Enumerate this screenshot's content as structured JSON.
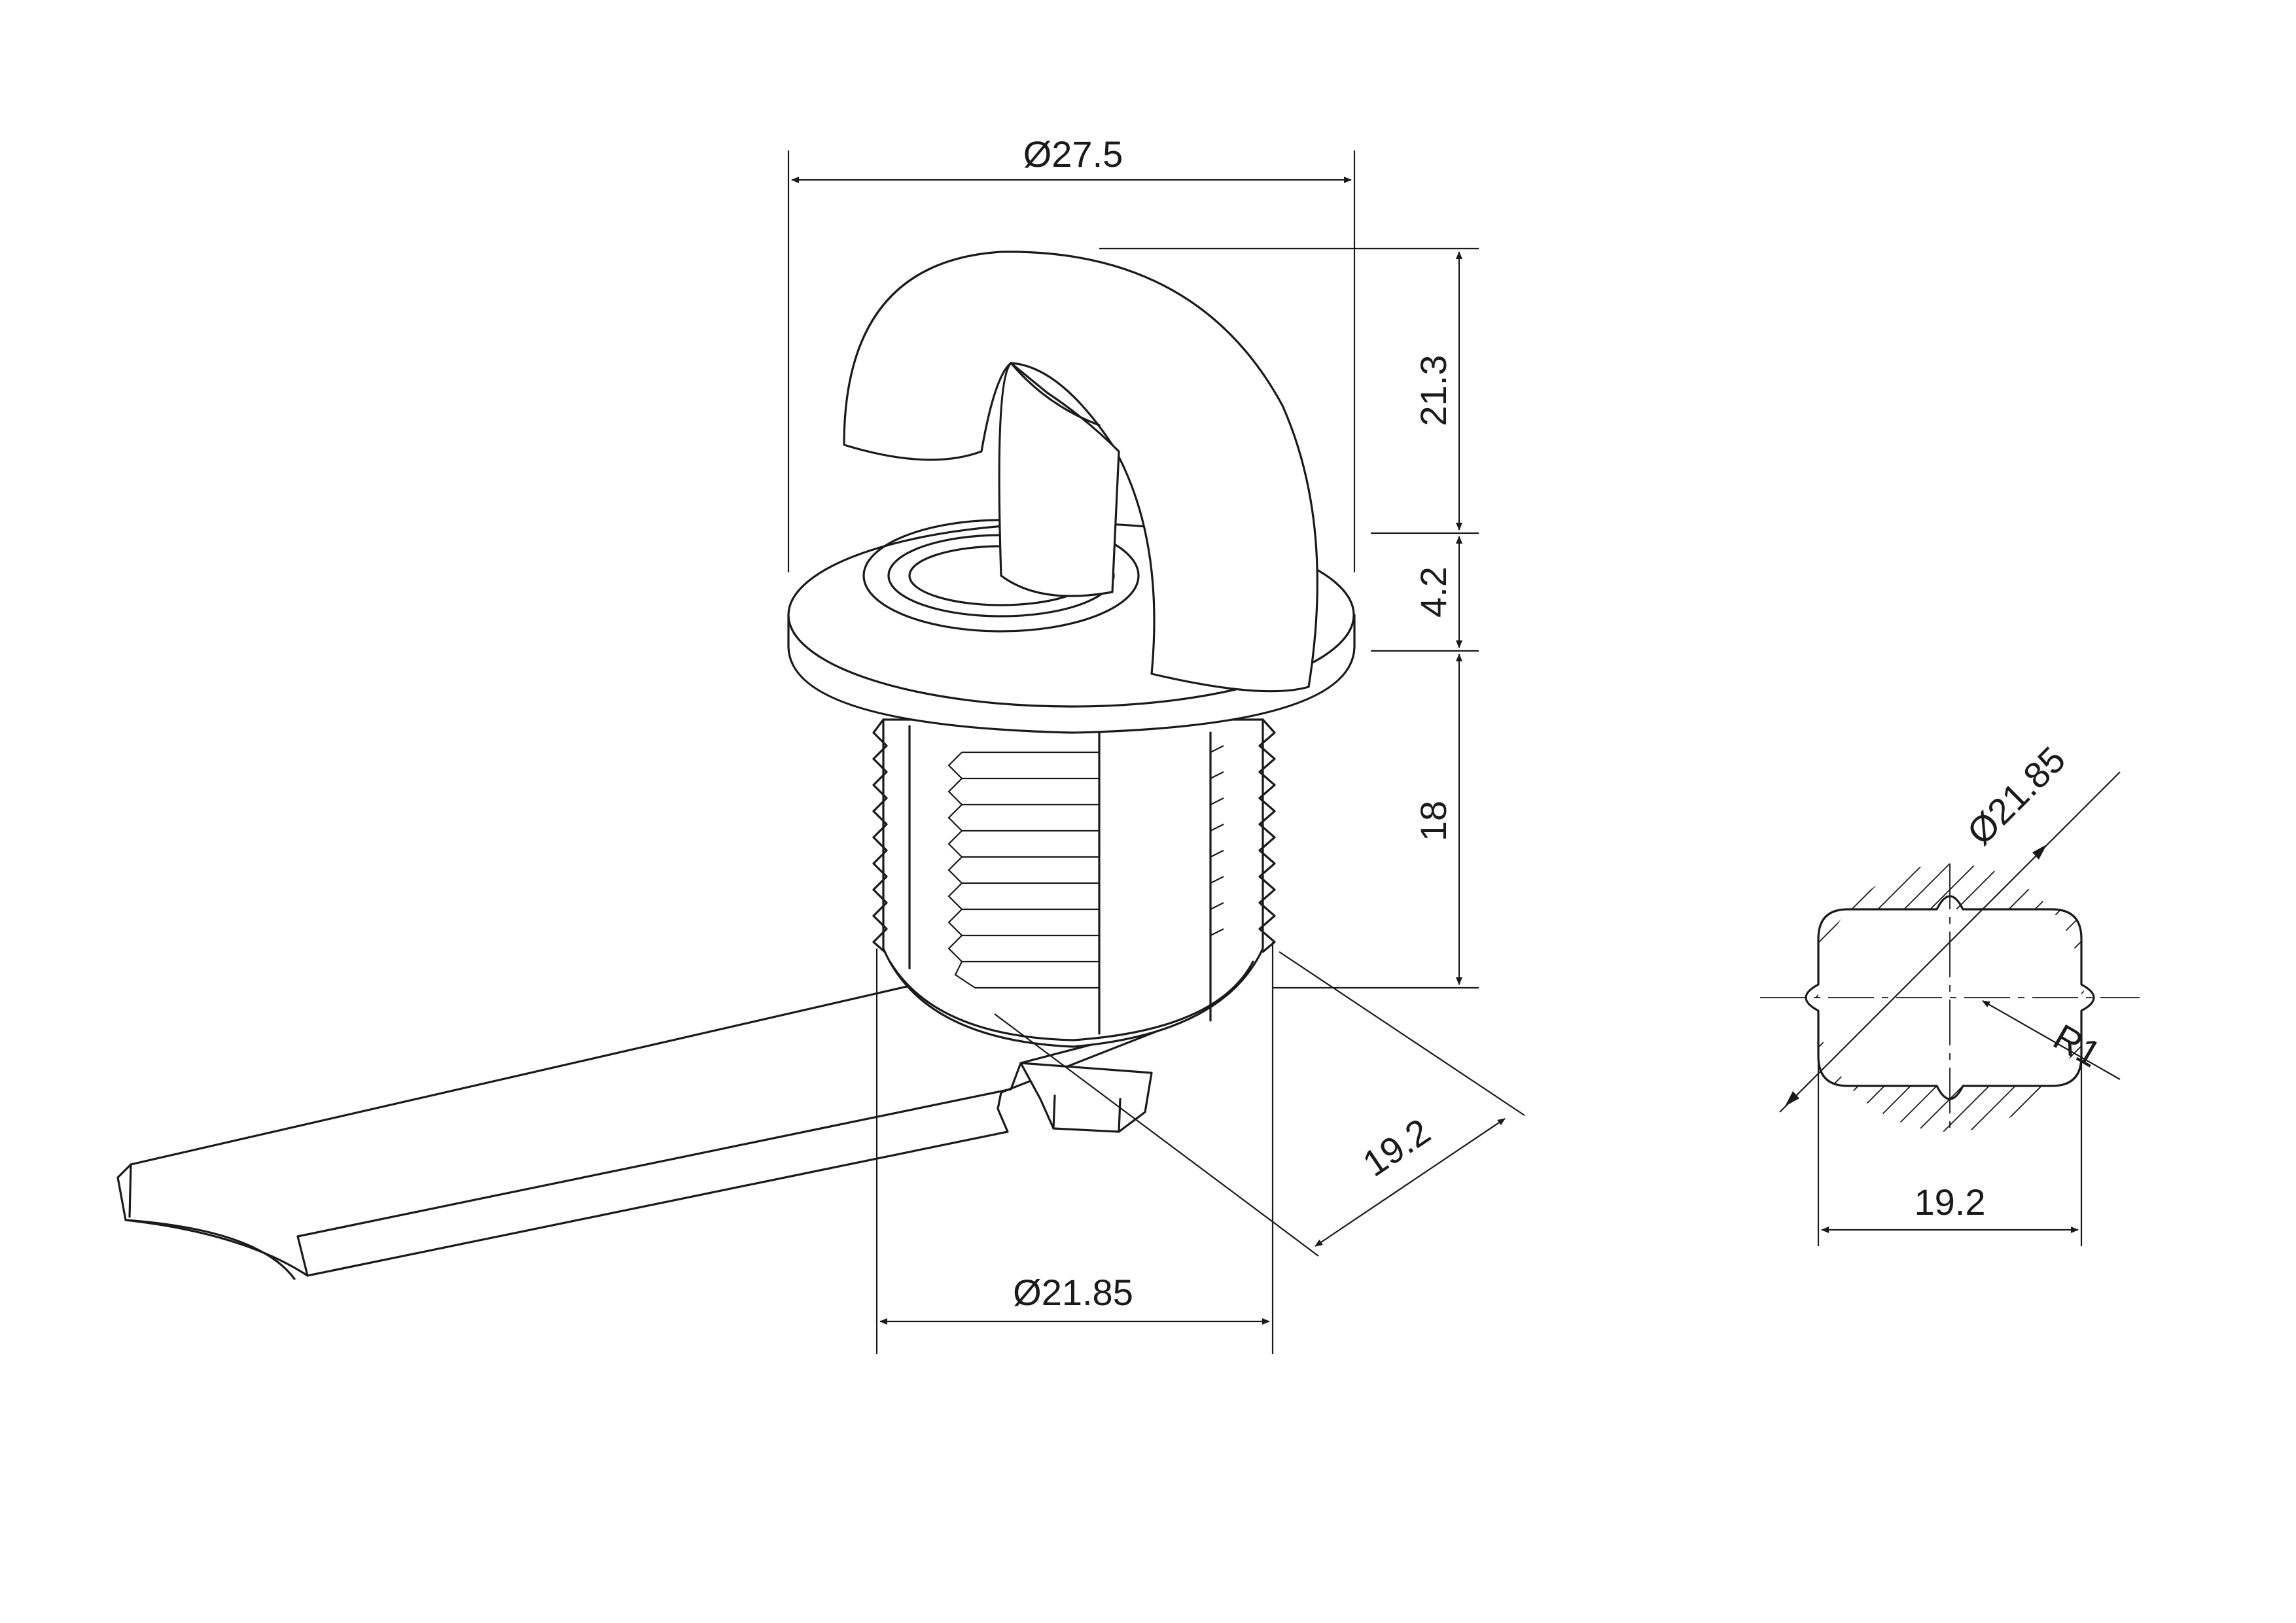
{
  "dimensions": {
    "head_diameter": "Ø27.5",
    "hook_height": "21.3",
    "head_thickness": "4.2",
    "body_length": "18",
    "body_diameter": "Ø21.85",
    "flat_width": "19.2",
    "section_diameter": "Ø21.85",
    "section_radius": "R1",
    "section_flat_width": "19.2"
  },
  "colors": {
    "line": "#1a1a1a",
    "background": "#ffffff"
  }
}
